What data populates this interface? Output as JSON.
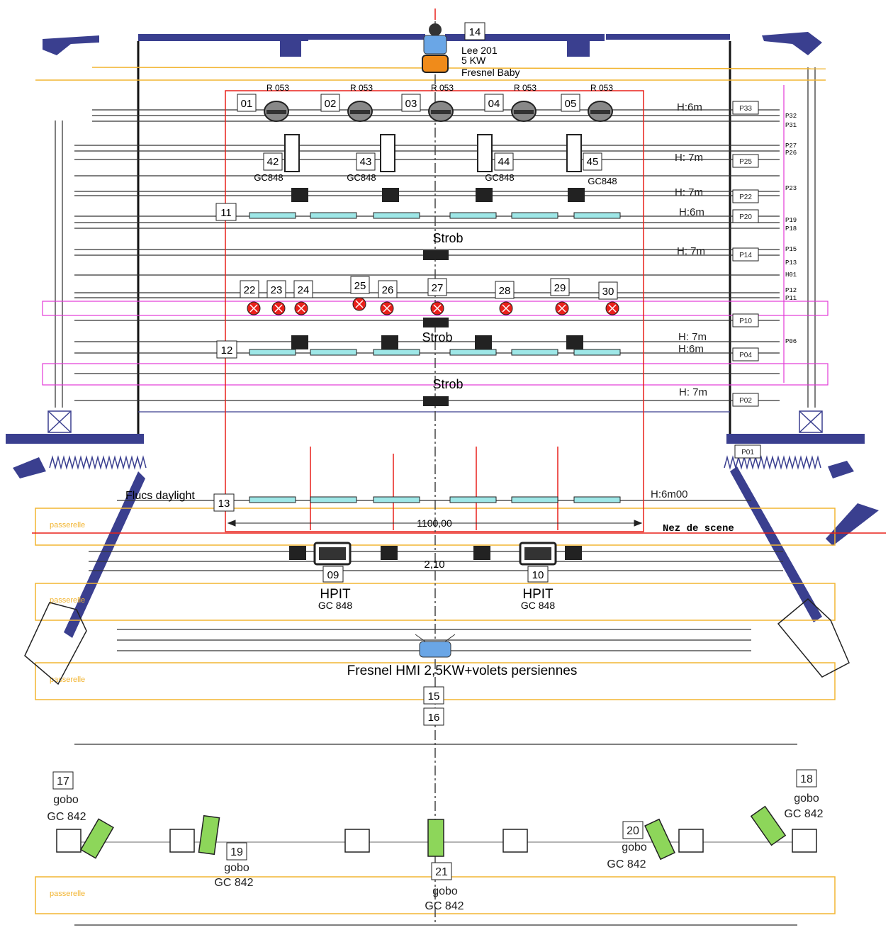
{
  "colors": {
    "batten": "#333333",
    "frame": "#3a3f8f",
    "red": "#e8201a",
    "magenta": "#e23ad7",
    "passerelle": "#f2b532",
    "cyan": "#9ee7e7",
    "green": "#8dd65a",
    "blue_fixture": "#6aa6e6",
    "orange_fixture": "#f08b1a"
  },
  "top_fixture": {
    "number": "14",
    "gel": "Lee 201",
    "power": "5 KW",
    "type": "Fresnel Baby"
  },
  "row1": [
    {
      "num": "01",
      "gel": "R 053"
    },
    {
      "num": "02",
      "gel": "R 053"
    },
    {
      "num": "03",
      "gel": "R 053"
    },
    {
      "num": "04",
      "gel": "R 053"
    },
    {
      "num": "05",
      "gel": "R 053"
    }
  ],
  "row2": [
    {
      "num": "42",
      "type": "GC848"
    },
    {
      "num": "43",
      "type": "GC848"
    },
    {
      "num": "44",
      "type": "GC848"
    },
    {
      "num": "45",
      "type": "GC848"
    }
  ],
  "par_row": [
    {
      "num": "22"
    },
    {
      "num": "23"
    },
    {
      "num": "24"
    },
    {
      "num": "25"
    },
    {
      "num": "26"
    },
    {
      "num": "27"
    },
    {
      "num": "28"
    },
    {
      "num": "29"
    },
    {
      "num": "30"
    }
  ],
  "box_labels": {
    "b11": "11",
    "b12": "12",
    "b13": "13",
    "b09": "09",
    "b10": "10",
    "b15": "15",
    "b16": "16"
  },
  "strob": {
    "s1": "Strob",
    "s2": "Strob",
    "s3": "Strob"
  },
  "heights": {
    "h1": "H:6m",
    "h2": "H: 7m",
    "h3": "H: 7m",
    "h4": "H:6m",
    "h5": "H: 7m",
    "h6": "H: 7m",
    "h7": "H:6m",
    "h8": "H: 7m",
    "h9": "H:6m00"
  },
  "pipes": {
    "p33": "P33",
    "p25": "P25",
    "p22": "P22",
    "p20": "P20",
    "p14": "P14",
    "p10": "P10",
    "p04": "P04",
    "p02": "P02",
    "p01": "P01"
  },
  "side_codes": [
    "P32",
    "P31",
    "P27",
    "P26",
    "P23",
    "P19",
    "P18",
    "P15",
    "P13",
    "H01",
    "P12",
    "P11",
    "P06"
  ],
  "flucs_label": "Flucs daylight",
  "dimension": "1100,00",
  "nez": "Nez de scene",
  "center_dim": "2,10",
  "hpit": [
    {
      "label": "HPIT",
      "type": "GC 848"
    },
    {
      "label": "HPIT",
      "type": "GC 848"
    }
  ],
  "hmi_label": "Fresnel HMI 2,5KW+volets persiennes",
  "passerelle": "passerelle",
  "gobos": [
    {
      "num": "17",
      "label": "gobo",
      "type": "GC 842"
    },
    {
      "num": "18",
      "label": "gobo",
      "type": "GC 842"
    },
    {
      "num": "19",
      "label": "gobo",
      "type": "GC 842"
    },
    {
      "num": "20",
      "label": "gobo",
      "type": "GC 842"
    },
    {
      "num": "21",
      "label": "gobo",
      "type": "GC 842"
    }
  ]
}
